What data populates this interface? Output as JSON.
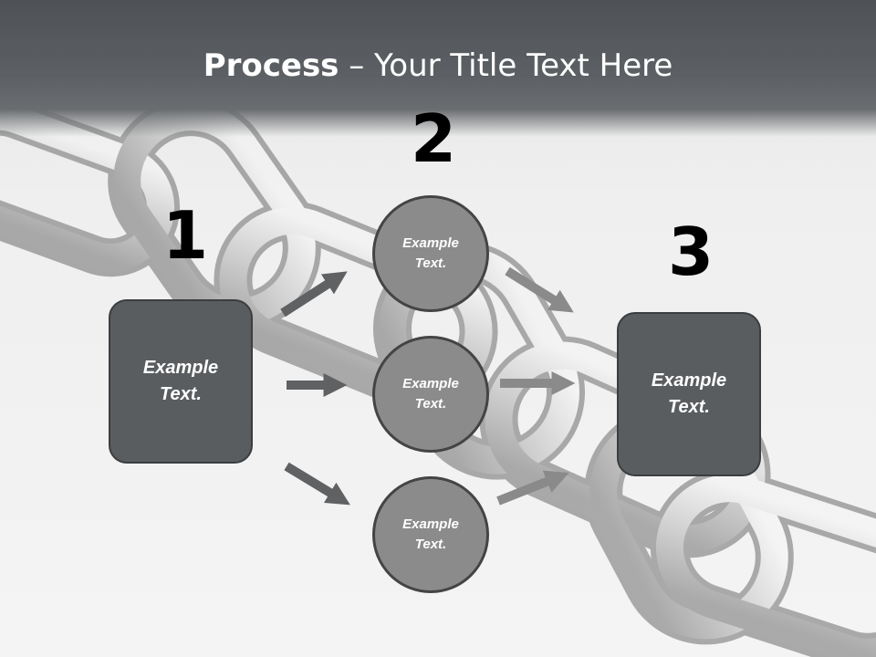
{
  "title": {
    "bold": "Process",
    "rest": " – Your Title Text Here"
  },
  "steps": [
    {
      "number": "1",
      "label": "Example\nText."
    },
    {
      "number": "2",
      "label": ""
    },
    {
      "number": "3",
      "label": "Example\nText."
    }
  ],
  "circles": [
    {
      "label": "Example\nText."
    },
    {
      "label": "Example\nText."
    },
    {
      "label": "Example\nText."
    }
  ],
  "colors": {
    "header": "#5c6064",
    "box": "#5a5d60",
    "circle": "#8b8b8b",
    "arrow": "#5f6163"
  }
}
